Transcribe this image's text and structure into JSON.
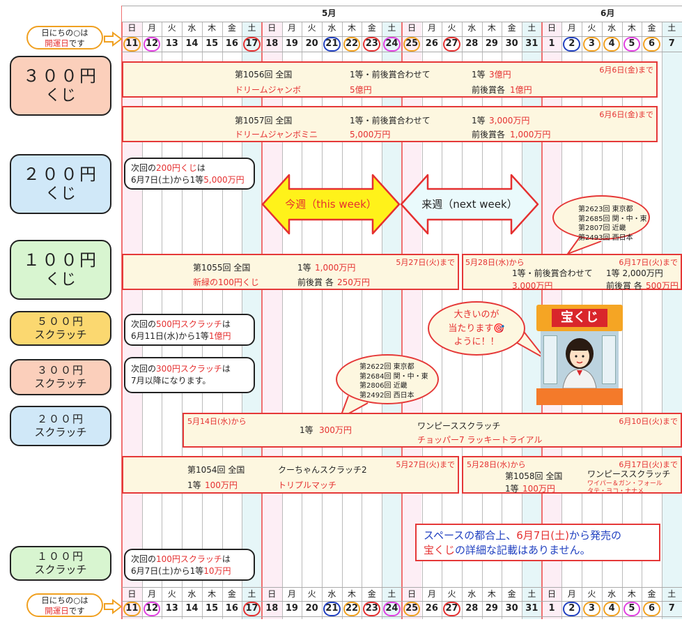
{
  "months": {
    "may": "5月",
    "june": "6月"
  },
  "days": [
    {
      "d": "11",
      "w": "日"
    },
    {
      "d": "12",
      "w": "月"
    },
    {
      "d": "13",
      "w": "火"
    },
    {
      "d": "14",
      "w": "水"
    },
    {
      "d": "15",
      "w": "木"
    },
    {
      "d": "16",
      "w": "金"
    },
    {
      "d": "17",
      "w": "土"
    },
    {
      "d": "18",
      "w": "日"
    },
    {
      "d": "19",
      "w": "月"
    },
    {
      "d": "20",
      "w": "火"
    },
    {
      "d": "21",
      "w": "水"
    },
    {
      "d": "22",
      "w": "木"
    },
    {
      "d": "23",
      "w": "金"
    },
    {
      "d": "24",
      "w": "土"
    },
    {
      "d": "25",
      "w": "日"
    },
    {
      "d": "26",
      "w": "月"
    },
    {
      "d": "27",
      "w": "火"
    },
    {
      "d": "28",
      "w": "水"
    },
    {
      "d": "29",
      "w": "木"
    },
    {
      "d": "30",
      "w": "金"
    },
    {
      "d": "31",
      "w": "土"
    },
    {
      "d": "1",
      "w": "日"
    },
    {
      "d": "2",
      "w": "月"
    },
    {
      "d": "3",
      "w": "火"
    },
    {
      "d": "4",
      "w": "水"
    },
    {
      "d": "5",
      "w": "木"
    },
    {
      "d": "6",
      "w": "金"
    },
    {
      "d": "7",
      "w": "土"
    }
  ],
  "lucky_rings": [
    {
      "i": 0,
      "c": "#f0a020"
    },
    {
      "i": 1,
      "c": "#e040e0"
    },
    {
      "i": 6,
      "c": "#e53030"
    },
    {
      "i": 10,
      "c": "#2040c0"
    },
    {
      "i": 11,
      "c": "#f0a020"
    },
    {
      "i": 12,
      "c": "#e53030"
    },
    {
      "i": 13,
      "c": "#e040e0"
    },
    {
      "i": 14,
      "c": "#f0a020"
    },
    {
      "i": 16,
      "c": "#e53030"
    },
    {
      "i": 22,
      "c": "#2040c0"
    },
    {
      "i": 23,
      "c": "#f0a020"
    },
    {
      "i": 24,
      "c": "#f0a020"
    },
    {
      "i": 25,
      "c": "#e040e0"
    },
    {
      "i": 26,
      "c": "#f0a020"
    }
  ],
  "hint": {
    "line1": "日にちの○は",
    "line2a": "開運日",
    "line2b": "です"
  },
  "categories": [
    {
      "l1": "３００円",
      "l2": "くじ"
    },
    {
      "l1": "２００円",
      "l2": "くじ"
    },
    {
      "l1": "１００円",
      "l2": "くじ"
    },
    {
      "l1": "５００円",
      "l2": "スクラッチ"
    },
    {
      "l1": "３００円",
      "l2": "スクラッチ"
    },
    {
      "l1": "２００円",
      "l2": "スクラッチ"
    },
    {
      "l1": "１００円",
      "l2": "スクラッチ"
    }
  ],
  "dream": {
    "no": "第1056回 全国",
    "name": "ドリームジャンボ",
    "h1": "1等・前後賞合わせて",
    "h1v": "5億円",
    "p1": "1等",
    "p1v": "3億円",
    "pz": "前後賞各",
    "pzv": "1億円",
    "until": "6月6日(金)まで"
  },
  "dreammini": {
    "no": "第1057回 全国",
    "name": "ドリームジャンボミニ",
    "h1": "1等・前後賞合わせて",
    "h1v": "5,000万円",
    "p1": "1等",
    "p1v": "3,000万円",
    "pz": "前後賞各",
    "pzv": "1,000万円",
    "until": "6月6日(金)まで"
  },
  "next200kuji": {
    "a": "次回の",
    "b": "200円くじ",
    "c": "は",
    "d": "6月7日(土)から1等",
    "e": "5,000万円"
  },
  "arrows": {
    "this": "今週（this week）",
    "next": "来週（next week）"
  },
  "bubble_kuji": [
    "第2623回 東京都",
    "第2685回 関・中・東",
    "第2807回 近畿",
    "第2493回 西日本"
  ],
  "kuji100a": {
    "no": "第1055回 全国",
    "name": "新緑の100円くじ",
    "p1": "1等",
    "p1v": "1,000万円",
    "pz": "前後賞 各",
    "pzv": "250万円",
    "until": "5月27日(火)まで"
  },
  "kuji100b": {
    "from": "5月28日(水)から",
    "until": "6月17日(火)まで",
    "h1": "1等・前後賞合わせて",
    "h1v": "3,000万円",
    "p1": "1等 2,000万円",
    "pz": "前後賞 各",
    "pzv": "500万円"
  },
  "next500": {
    "a": "次回の",
    "b": "500円スクラッチ",
    "c": "は",
    "d": "6月11日(水)から1等",
    "e": "1億円"
  },
  "next300": {
    "a": "次回の",
    "b": "300円スクラッチ",
    "c": "は",
    "d": "7月以降になります。"
  },
  "bubble_big": {
    "l1": "大きいのが",
    "l2": "当たります🎯",
    "l3": "ように！！"
  },
  "booth_sign": "宝くじ",
  "bubble_scratch": [
    "第2622回 東京都",
    "第2684回 関・中・東",
    "第2806回 近畿",
    "第2492回 西日本"
  ],
  "s200": {
    "from": "5月14日(水)から",
    "until": "6月10日(火)まで",
    "p1": "1等",
    "p1v": "300万円",
    "name": "ワンピーススクラッチ",
    "sub": "チョッパー7 ラッキートライアル"
  },
  "s100a": {
    "no": "第1054回 全国",
    "name": "クーちゃんスクラッチ2",
    "p1": "1等",
    "p1v": "100万円",
    "sub": "トリプルマッチ",
    "until": "5月27日(火)まで"
  },
  "s100b": {
    "from": "5月28日(水)から",
    "until": "6月17日(火)まで",
    "no": "第1058回 全国",
    "name": "ワンピーススクラッチ",
    "sub1": "ワイパー＆ガン・フォール",
    "sub2": "タテ・ヨコ・ナナメ",
    "p1": "1等",
    "p1v": "100万円"
  },
  "notice": {
    "a": "スペースの都合上、",
    "b": "6月7日(土)",
    "c": "から発売の",
    "d": "宝くじ",
    "e": "の詳細な記載はありません。"
  },
  "next100s": {
    "a": "次回の",
    "b": "100円スクラッチ",
    "c": "は",
    "d": "6月7日(土)から1等",
    "e": "10万円"
  }
}
